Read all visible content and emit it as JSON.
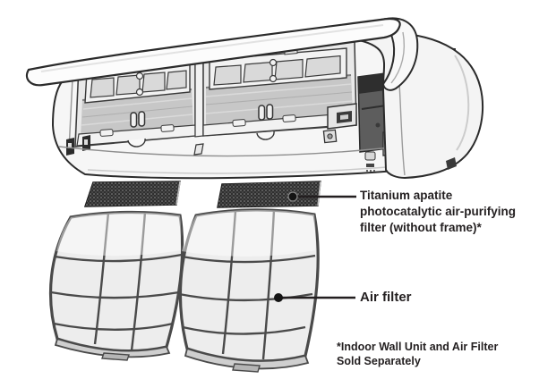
{
  "labels": {
    "titanium_filter": {
      "line1": "Titanium apatite",
      "line2": "photocatalytic air-purifying",
      "line3": "filter (without frame)*"
    },
    "air_filter": "Air filter",
    "footnote": {
      "line1": "*Indoor Wall Unit and Air Filter",
      "line2": "Sold Separately"
    }
  },
  "colors": {
    "text": "#231f20",
    "leader_line": "#231f20",
    "outline": "#2b2b2b",
    "mesh_filter_dark": "#2f2f2f",
    "unit_body": "#f5f5f5",
    "fin_area": "#c7c7c7",
    "dark_opening": "#5d5d5d"
  }
}
